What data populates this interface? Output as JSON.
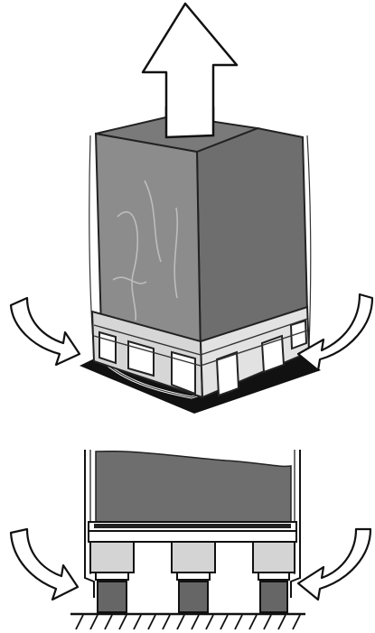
{
  "figure": {
    "top_panel": {
      "subject": "covered-pallet-box",
      "arrows": [
        "lift-arrow-up",
        "curved-arrow-left",
        "curved-arrow-right"
      ]
    },
    "bottom_panel": {
      "subject": "pallet-cross-section",
      "arrows": [
        "curved-arrow-left",
        "curved-arrow-right"
      ],
      "pallet_blocks": 3
    }
  },
  "colors": {
    "background": "#ffffff",
    "cover_dark": "#6e6e6e",
    "cover_light": "#8a8a8a",
    "pallet_light": "#d4d4d4",
    "outline": "#111111",
    "floor_shadow": "#111111"
  }
}
